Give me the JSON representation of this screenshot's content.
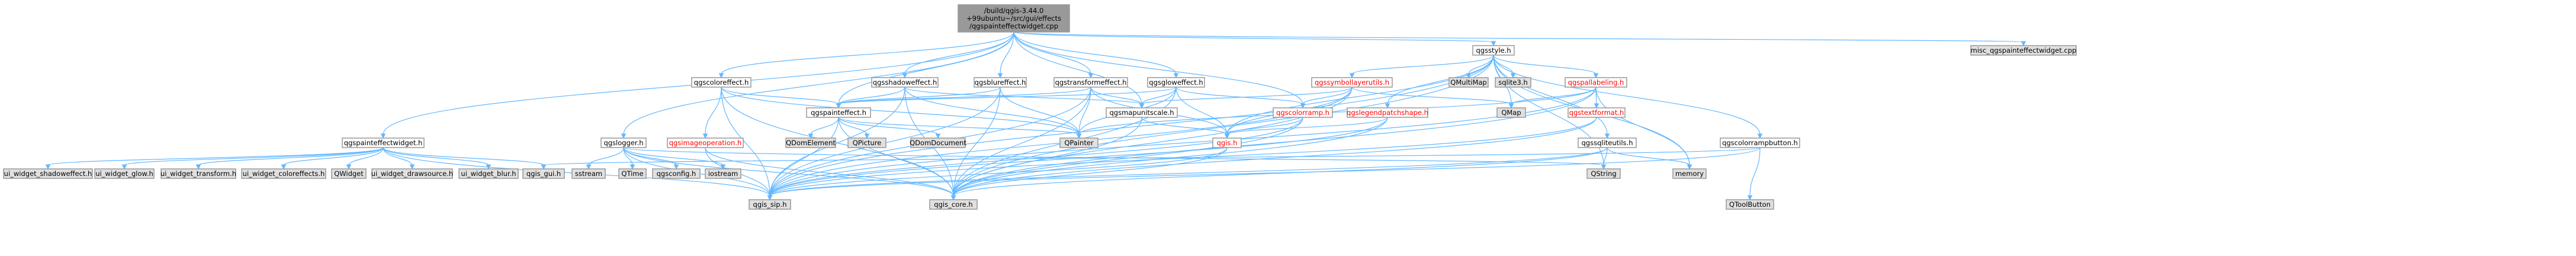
{
  "colors": {
    "root_fill": "#999999",
    "node_fill": "#ffffff",
    "grey_fill": "#e0e0e0",
    "node_border": "#999999",
    "edge": "#63b8ff",
    "red_text": "#ff0000"
  },
  "nodes": [
    {
      "id": "root",
      "lines": [
        "/build/qgis-3.44.0",
        "+99ubuntu~/src/gui/effects",
        "/qgspainteffectwidget.cpp"
      ],
      "kind": "root"
    },
    {
      "id": "qgspainteffectwidget_h",
      "lines": [
        "qgspainteffectwidget.h"
      ]
    },
    {
      "id": "qgslogger_h",
      "lines": [
        "qgslogger.h"
      ]
    },
    {
      "id": "qgscoloreffect_h",
      "lines": [
        "qgscoloreffect.h"
      ]
    },
    {
      "id": "qgsshadoweffect_h",
      "lines": [
        "qgsshadoweffect.h"
      ]
    },
    {
      "id": "qgsblureffect_h",
      "lines": [
        "qgsblureffect.h"
      ]
    },
    {
      "id": "qgstransformeffect_h",
      "lines": [
        "qgstransformeffect.h"
      ]
    },
    {
      "id": "qgsgloweffect_h",
      "lines": [
        "qgsgloweffect.h"
      ]
    },
    {
      "id": "qgsstyle_h",
      "lines": [
        "qgsstyle.h"
      ]
    },
    {
      "id": "misc_h",
      "lines": [
        "misc_qgspainteffectwidget.cpp"
      ],
      "kind": "grey"
    },
    {
      "id": "qgsimageoperation_h",
      "lines": [
        "qgsimageoperation.h"
      ],
      "kind": "red"
    },
    {
      "id": "qgspainteffect_h",
      "lines": [
        "qgspainteffect.h"
      ]
    },
    {
      "id": "qgsmapunitscale_h",
      "lines": [
        "qgsmapunitscale.h"
      ]
    },
    {
      "id": "qgssymbollayerutils_h",
      "lines": [
        "qgssymbollayerutils.h"
      ],
      "kind": "red"
    },
    {
      "id": "qgscolorramp_h",
      "lines": [
        "qgscolorramp.h"
      ],
      "kind": "red"
    },
    {
      "id": "qgslegendpatchshape_h",
      "lines": [
        "qgslegendpatchshape.h"
      ],
      "kind": "red"
    },
    {
      "id": "QMultiMap",
      "lines": [
        "QMultiMap"
      ],
      "kind": "grey"
    },
    {
      "id": "sqlite3_h",
      "lines": [
        "sqlite3.h"
      ],
      "kind": "grey"
    },
    {
      "id": "qgspallabeling_h",
      "lines": [
        "qgspallabeling.h"
      ],
      "kind": "red"
    },
    {
      "id": "QMap",
      "lines": [
        "QMap"
      ],
      "kind": "grey"
    },
    {
      "id": "qgstextformat_h",
      "lines": [
        "qgstextformat.h"
      ],
      "kind": "red"
    },
    {
      "id": "qgssqliteutils_h",
      "lines": [
        "qgssqliteutils.h"
      ]
    },
    {
      "id": "qgscolorrampbutton_h",
      "lines": [
        "qgscolorrampbutton.h"
      ]
    },
    {
      "id": "QDomElement",
      "lines": [
        "QDomElement"
      ],
      "kind": "grey"
    },
    {
      "id": "QPicture",
      "lines": [
        "QPicture"
      ],
      "kind": "grey"
    },
    {
      "id": "QDomDocument",
      "lines": [
        "QDomDocument"
      ],
      "kind": "grey"
    },
    {
      "id": "QPainter",
      "lines": [
        "QPainter"
      ],
      "kind": "grey"
    },
    {
      "id": "qgis_h",
      "lines": [
        "qgis.h"
      ],
      "kind": "red"
    },
    {
      "id": "ui_shadow",
      "lines": [
        "ui_widget_shadoweffect.h"
      ],
      "kind": "grey"
    },
    {
      "id": "ui_glow",
      "lines": [
        "ui_widget_glow.h"
      ],
      "kind": "grey"
    },
    {
      "id": "ui_transform",
      "lines": [
        "ui_widget_transform.h"
      ],
      "kind": "grey"
    },
    {
      "id": "ui_coloreffects",
      "lines": [
        "ui_widget_coloreffects.h"
      ],
      "kind": "grey"
    },
    {
      "id": "QWidget",
      "lines": [
        "QWidget"
      ],
      "kind": "grey"
    },
    {
      "id": "ui_drawsource",
      "lines": [
        "ui_widget_drawsource.h"
      ],
      "kind": "grey"
    },
    {
      "id": "ui_blur",
      "lines": [
        "ui_widget_blur.h"
      ],
      "kind": "grey"
    },
    {
      "id": "qgis_gui_h",
      "lines": [
        "qgis_gui.h"
      ],
      "kind": "grey"
    },
    {
      "id": "sstream",
      "lines": [
        "sstream"
      ],
      "kind": "grey"
    },
    {
      "id": "QTime",
      "lines": [
        "QTime"
      ],
      "kind": "grey"
    },
    {
      "id": "qgsconfig_h",
      "lines": [
        "qgsconfig.h"
      ],
      "kind": "grey"
    },
    {
      "id": "iostream",
      "lines": [
        "iostream"
      ],
      "kind": "grey"
    },
    {
      "id": "qgis_sip_h",
      "lines": [
        "qgis_sip.h"
      ],
      "kind": "grey"
    },
    {
      "id": "qgis_core_h",
      "lines": [
        "qgis_core.h"
      ],
      "kind": "grey"
    },
    {
      "id": "QString",
      "lines": [
        "QString"
      ],
      "kind": "grey"
    },
    {
      "id": "memory",
      "lines": [
        "memory"
      ],
      "kind": "grey"
    },
    {
      "id": "QToolButton",
      "lines": [
        "QToolButton"
      ],
      "kind": "grey"
    }
  ],
  "edges": [
    [
      "root",
      "qgspainteffectwidget_h"
    ],
    [
      "root",
      "qgslogger_h"
    ],
    [
      "root",
      "qgscoloreffect_h"
    ],
    [
      "root",
      "qgsshadoweffect_h"
    ],
    [
      "root",
      "qgsblureffect_h"
    ],
    [
      "root",
      "qgstransformeffect_h"
    ],
    [
      "root",
      "qgsgloweffect_h"
    ],
    [
      "root",
      "qgsstyle_h"
    ],
    [
      "root",
      "misc_h"
    ],
    [
      "root",
      "qgspainteffect_h"
    ],
    [
      "root",
      "qgscolorramp_h"
    ],
    [
      "root",
      "qgsmapunitscale_h"
    ],
    [
      "qgspainteffectwidget_h",
      "ui_shadow"
    ],
    [
      "qgspainteffectwidget_h",
      "ui_glow"
    ],
    [
      "qgspainteffectwidget_h",
      "ui_transform"
    ],
    [
      "qgspainteffectwidget_h",
      "ui_coloreffects"
    ],
    [
      "qgspainteffectwidget_h",
      "QWidget"
    ],
    [
      "qgspainteffectwidget_h",
      "ui_drawsource"
    ],
    [
      "qgspainteffectwidget_h",
      "ui_blur"
    ],
    [
      "qgspainteffectwidget_h",
      "qgis_gui_h"
    ],
    [
      "qgspainteffectwidget_h",
      "qgis_sip_h"
    ],
    [
      "qgslogger_h",
      "sstream"
    ],
    [
      "qgslogger_h",
      "QTime"
    ],
    [
      "qgslogger_h",
      "qgsconfig_h"
    ],
    [
      "qgslogger_h",
      "iostream"
    ],
    [
      "qgslogger_h",
      "qgis_core_h"
    ],
    [
      "qgslogger_h",
      "qgis_sip_h"
    ],
    [
      "qgslogger_h",
      "QString"
    ],
    [
      "qgscoloreffect_h",
      "qgspainteffect_h"
    ],
    [
      "qgscoloreffect_h",
      "qgsimageoperation_h"
    ],
    [
      "qgscoloreffect_h",
      "qgis_core_h"
    ],
    [
      "qgscoloreffect_h",
      "qgis_sip_h"
    ],
    [
      "qgscoloreffect_h",
      "QPainter"
    ],
    [
      "qgsshadoweffect_h",
      "qgspainteffect_h"
    ],
    [
      "qgsshadoweffect_h",
      "qgsmapunitscale_h"
    ],
    [
      "qgsshadoweffect_h",
      "qgis_core_h"
    ],
    [
      "qgsshadoweffect_h",
      "qgis_sip_h"
    ],
    [
      "qgsshadoweffect_h",
      "QPainter"
    ],
    [
      "qgsblureffect_h",
      "qgspainteffect_h"
    ],
    [
      "qgsblureffect_h",
      "qgis_core_h"
    ],
    [
      "qgsblureffect_h",
      "qgis_sip_h"
    ],
    [
      "qgsblureffect_h",
      "QPainter"
    ],
    [
      "qgstransformeffect_h",
      "qgspainteffect_h"
    ],
    [
      "qgstransformeffect_h",
      "qgsmapunitscale_h"
    ],
    [
      "qgstransformeffect_h",
      "qgis_core_h"
    ],
    [
      "qgstransformeffect_h",
      "qgis_sip_h"
    ],
    [
      "qgstransformeffect_h",
      "QPainter"
    ],
    [
      "qgstransformeffect_h",
      "qgis_h"
    ],
    [
      "qgsgloweffect_h",
      "qgspainteffect_h"
    ],
    [
      "qgsgloweffect_h",
      "qgsmapunitscale_h"
    ],
    [
      "qgsgloweffect_h",
      "qgscolorramp_h"
    ],
    [
      "qgsgloweffect_h",
      "qgis_core_h"
    ],
    [
      "qgsgloweffect_h",
      "qgis_h"
    ],
    [
      "qgsgloweffect_h",
      "QPainter"
    ],
    [
      "qgsstyle_h",
      "qgssymbollayerutils_h"
    ],
    [
      "qgsstyle_h",
      "qgslegendpatchshape_h"
    ],
    [
      "qgsstyle_h",
      "QMultiMap"
    ],
    [
      "qgsstyle_h",
      "sqlite3_h"
    ],
    [
      "qgsstyle_h",
      "qgspallabeling_h"
    ],
    [
      "qgsstyle_h",
      "QMap"
    ],
    [
      "qgsstyle_h",
      "qgssqliteutils_h"
    ],
    [
      "qgsstyle_h",
      "qgscolorrampbutton_h"
    ],
    [
      "qgsstyle_h",
      "qgis_core_h"
    ],
    [
      "qgsstyle_h",
      "qgis_h"
    ],
    [
      "qgsstyle_h",
      "qgis_sip_h"
    ],
    [
      "qgsstyle_h",
      "memory"
    ],
    [
      "qgsstyle_h",
      "QString"
    ],
    [
      "qgsimageoperation_h",
      "qgis_core_h"
    ],
    [
      "qgsimageoperation_h",
      "qgis_sip_h"
    ],
    [
      "qgspainteffect_h",
      "QDomElement"
    ],
    [
      "qgspainteffect_h",
      "QPicture"
    ],
    [
      "qgspainteffect_h",
      "QDomDocument"
    ],
    [
      "qgspainteffect_h",
      "QPainter"
    ],
    [
      "qgspainteffect_h",
      "qgis_core_h"
    ],
    [
      "qgspainteffect_h",
      "qgis_sip_h"
    ],
    [
      "qgsmapunitscale_h",
      "qgis_core_h"
    ],
    [
      "qgsmapunitscale_h",
      "qgis_h"
    ],
    [
      "qgssymbollayerutils_h",
      "qgscolorramp_h"
    ],
    [
      "qgssymbollayerutils_h",
      "qgsmapunitscale_h"
    ],
    [
      "qgssymbollayerutils_h",
      "qgis_h"
    ],
    [
      "qgssymbollayerutils_h",
      "qgis_core_h"
    ],
    [
      "qgssymbollayerutils_h",
      "qgis_sip_h"
    ],
    [
      "qgssymbollayerutils_h",
      "QMap"
    ],
    [
      "qgscolorramp_h",
      "qgis_h"
    ],
    [
      "qgscolorramp_h",
      "qgis_core_h"
    ],
    [
      "qgscolorramp_h",
      "qgis_sip_h"
    ],
    [
      "qgslegendpatchshape_h",
      "qgis_h"
    ],
    [
      "qgslegendpatchshape_h",
      "qgis_core_h"
    ],
    [
      "qgslegendpatchshape_h",
      "qgis_sip_h"
    ],
    [
      "qgspallabeling_h",
      "qgstextformat_h"
    ],
    [
      "qgspallabeling_h",
      "qgis_core_h"
    ],
    [
      "qgspallabeling_h",
      "qgis_sip_h"
    ],
    [
      "qgspallabeling_h",
      "QMap"
    ],
    [
      "qgspallabeling_h",
      "memory"
    ],
    [
      "qgspallabeling_h",
      "QPainter"
    ],
    [
      "qgstextformat_h",
      "qgis_core_h"
    ],
    [
      "qgstextformat_h",
      "qgis_sip_h"
    ],
    [
      "qgssqliteutils_h",
      "qgis_core_h"
    ],
    [
      "qgssqliteutils_h",
      "qgis_sip_h"
    ],
    [
      "qgssqliteutils_h",
      "QString"
    ],
    [
      "qgssqliteutils_h",
      "memory"
    ],
    [
      "qgscolorrampbutton_h",
      "QToolButton"
    ],
    [
      "qgscolorrampbutton_h",
      "qgis_gui_h"
    ],
    [
      "qgscolorrampbutton_h",
      "qgis_sip_h"
    ],
    [
      "qgis_h",
      "qgis_core_h"
    ],
    [
      "qgis_h",
      "qgis_sip_h"
    ]
  ]
}
